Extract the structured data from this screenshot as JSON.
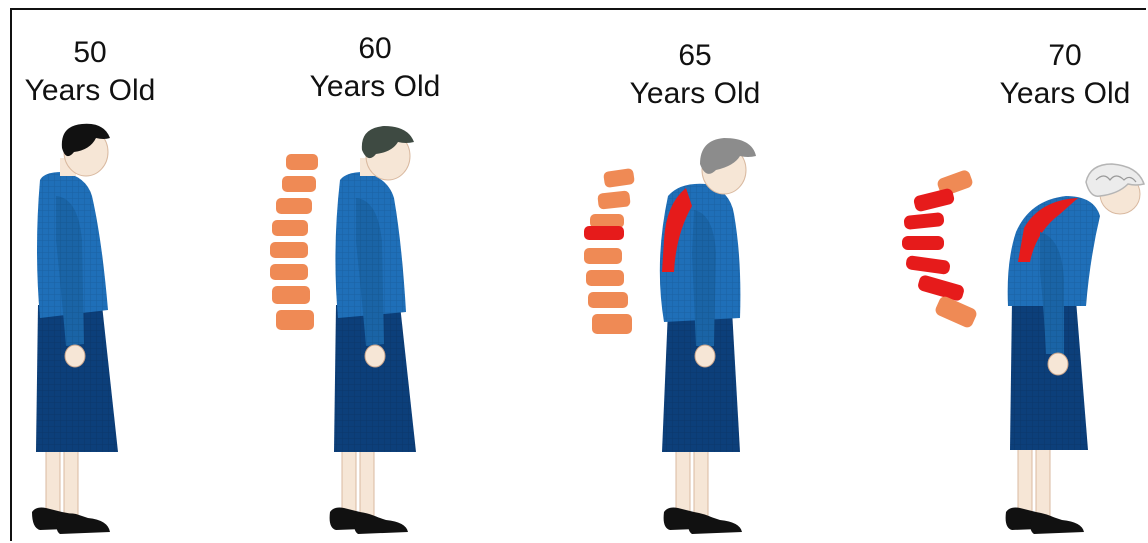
{
  "stages": [
    {
      "age": "50",
      "unit": "Years Old"
    },
    {
      "age": "60",
      "unit": "Years Old"
    },
    {
      "age": "65",
      "unit": "Years Old"
    },
    {
      "age": "70",
      "unit": "Years Old"
    }
  ],
  "colors": {
    "jacket": "#1f6fb8",
    "jacket_dark": "#0f4f8e",
    "skirt": "#0c3f7a",
    "skin": "#f6e6d6",
    "shoe": "#111111",
    "vertebra": "#ef8a55",
    "spine_red": "#e61b1b",
    "hair_50": "#111111",
    "hair_60": "#3e4a42",
    "hair_65": "#8c8c8c",
    "hair_70": "#e8e8e8"
  }
}
